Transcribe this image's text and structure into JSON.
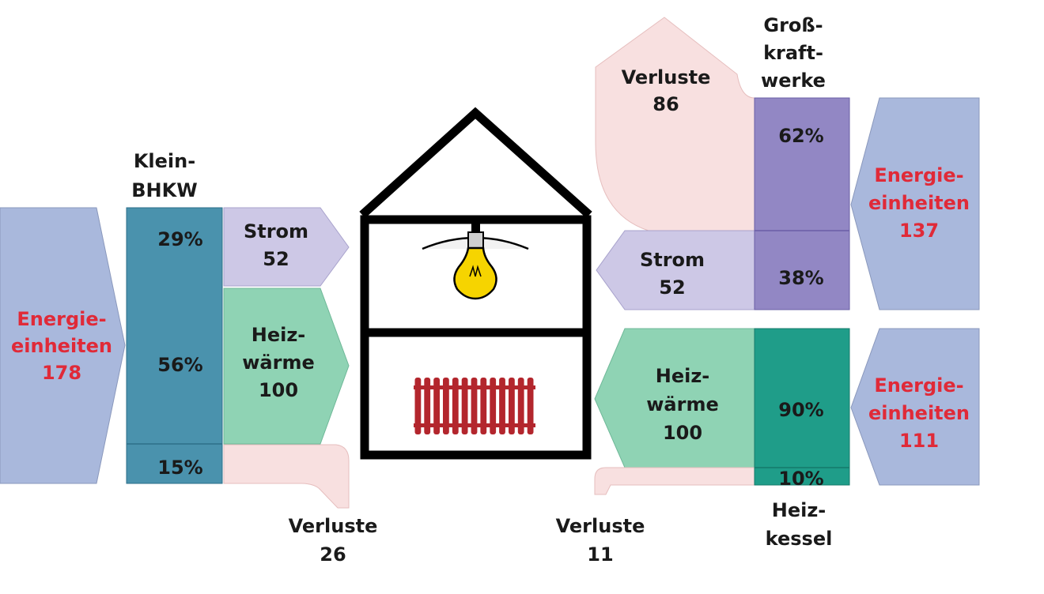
{
  "colors": {
    "input_blue": "#a9b8dc",
    "bhkw_teal": "#4a92ad",
    "strom_lilac": "#cdc8e6",
    "heat_green": "#8fd3b4",
    "loss_pink": "#f8e0e0",
    "plant_purple": "#9287c4",
    "boiler_teal": "#1f9d89",
    "energy_red": "#e02a38",
    "outline": "#000000",
    "bulb_yellow": "#f6d400",
    "radiator_red": "#b3262d"
  },
  "left": {
    "plant_label_1": "Klein-",
    "plant_label_2": "BHKW",
    "input_1": "Energie-",
    "input_2": "einheiten",
    "input_value": "178",
    "pct_strom": "29%",
    "pct_heat": "56%",
    "pct_loss": "15%",
    "strom_label": "Strom",
    "strom_value": "52",
    "heat_1": "Heiz-",
    "heat_2": "wärme",
    "heat_value": "100",
    "loss_label": "Verluste",
    "loss_value": "26"
  },
  "right": {
    "plant_label_1": "Groß-",
    "plant_label_2": "kraft-",
    "plant_label_3": "werke",
    "loss_top_label": "Verluste",
    "loss_top_value": "86",
    "pct_plant_loss": "62%",
    "pct_plant_strom": "38%",
    "input_top_1": "Energie-",
    "input_top_2": "einheiten",
    "input_top_value": "137",
    "strom_label": "Strom",
    "strom_value": "52",
    "heat_1": "Heiz-",
    "heat_2": "wärme",
    "heat_value": "100",
    "pct_boiler_heat": "90%",
    "pct_boiler_loss": "10%",
    "boiler_label_1": "Heiz-",
    "boiler_label_2": "kessel",
    "input_bottom_1": "Energie-",
    "input_bottom_2": "einheiten",
    "input_bottom_value": "111",
    "loss_label": "Verluste",
    "loss_value": "11"
  },
  "icons": {
    "house": "house-outline-icon",
    "lamp": "ceiling-lamp-icon",
    "radiator": "radiator-icon"
  }
}
